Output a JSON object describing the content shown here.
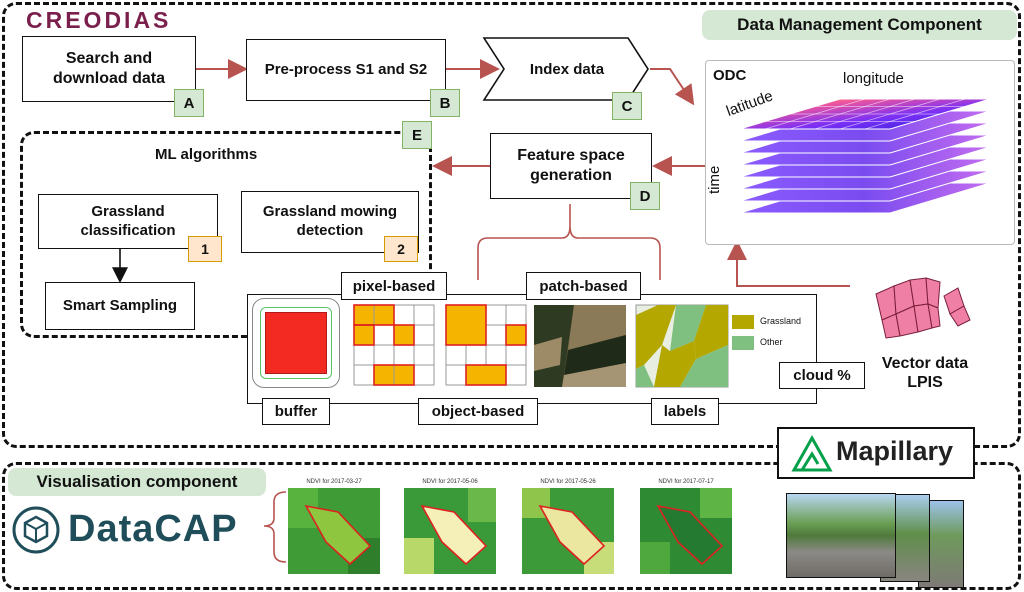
{
  "brand": {
    "logo_text": "CREODIAS"
  },
  "dmc": {
    "title": "Data Management Component"
  },
  "steps": {
    "search": {
      "label": "Search and download data",
      "badge": "A"
    },
    "preprocess": {
      "label": "Pre-process S1 and S2",
      "badge": "B"
    },
    "index": {
      "label": "Index data",
      "badge": "C"
    },
    "feature": {
      "label": "Feature space generation",
      "badge": "D"
    },
    "ml_badge": "E"
  },
  "odc": {
    "title": "ODC",
    "axis_longitude": "longitude",
    "axis_latitude": "latitude",
    "axis_time": "time"
  },
  "ml": {
    "title": "ML algorithms",
    "classification": {
      "label": "Grassland classification",
      "badge": "1"
    },
    "mowing": {
      "label": "Grassland mowing detection",
      "badge": "2"
    },
    "sampling": {
      "label": "Smart Sampling"
    }
  },
  "features": {
    "pixel": "pixel-based",
    "patch": "patch-based",
    "buffer": "buffer",
    "object": "object-based",
    "labels": "labels",
    "cloud": "cloud %",
    "legend": {
      "grassland": "Grassland",
      "other": "Other"
    }
  },
  "vector": {
    "line1": "Vector data",
    "line2": "LPIS"
  },
  "mapillary": {
    "label": "Mapillary"
  },
  "vis": {
    "title": "Visualisation component",
    "datacap": "DataCAP",
    "ndvi": [
      "NDVI for 2017-03-27",
      "NDVI for 2017-05-06",
      "NDVI for 2017-05-26",
      "NDVI for 2017-07-17"
    ]
  },
  "colors": {
    "arrow": "#b85450",
    "badge_green": "#d5e8d4",
    "badge_orange": "#ffe6cc",
    "grassland": "#b3a700",
    "other": "#7fbf7f",
    "datacap": "#1f4e5a",
    "mapillary_green": "#05a04a"
  }
}
